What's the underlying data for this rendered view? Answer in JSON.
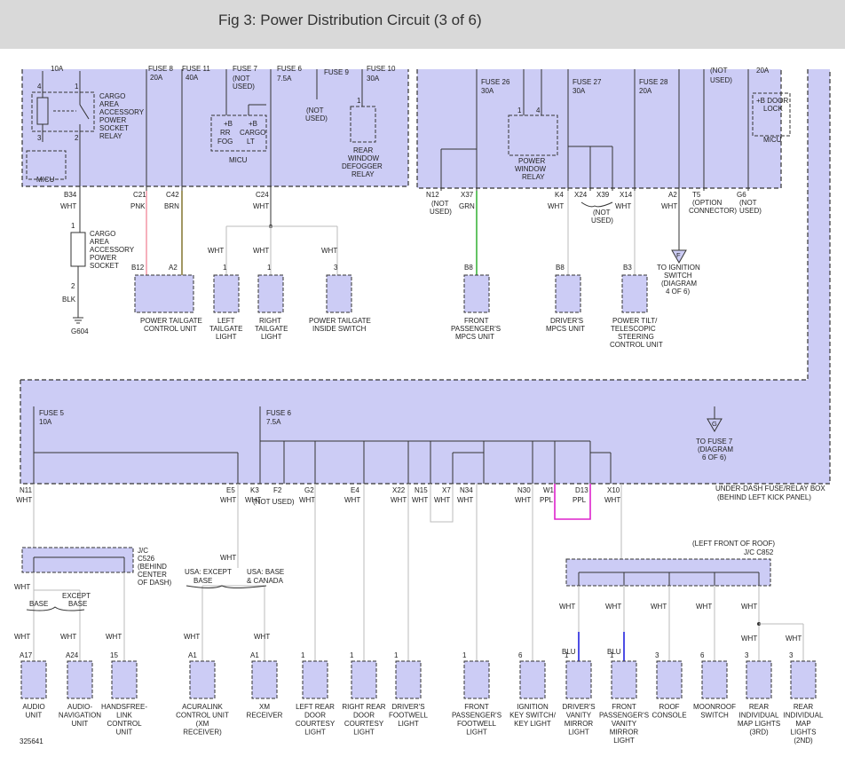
{
  "header": {
    "title": "Fig 3: Power Distribution Circuit (3 of 6)"
  },
  "diagram_id": "325641",
  "colors": {
    "fuse_box_fill": "#ccccf5",
    "border": "#333333",
    "wire": "#333333",
    "pink": "#f28ea0",
    "brown": "#7a6a20",
    "green": "#22aa22",
    "magenta": "#dd22cc",
    "blue": "#2222dd",
    "header_bg": "#d9d9d9"
  },
  "top_box": {
    "fuses": [
      {
        "name": "FUSE 8",
        "rating": "20A"
      },
      {
        "name": "FUSE 11",
        "rating": "40A"
      },
      {
        "name": "FUSE 7",
        "note": "(NOT USED)"
      },
      {
        "name": "FUSE 6",
        "rating": "7.5A"
      },
      {
        "name": "FUSE 9",
        "note": "(NOT USED)"
      },
      {
        "name": "FUSE 10",
        "rating": "30A"
      },
      {
        "name": "FUSE 26",
        "rating": "30A"
      },
      {
        "name": "FUSE 27",
        "rating": "30A"
      },
      {
        "name": "FUSE 28",
        "rating": "20A"
      }
    ],
    "fuse_10a": "10A",
    "relays": {
      "cargo": "CARGO AREA ACCESSORY POWER SOCKET RELAY",
      "defogger": "REAR WINDOW DEFOGGER RELAY",
      "power_window": "POWER WINDOW RELAY",
      "door_lock": "+B DOOR LOCK"
    },
    "micu": "MICU",
    "micu_labels": [
      "+B RR FOG",
      "+B CARGO LT"
    ],
    "not_used": "(NOT USED)",
    "fuse_20a_top": "20A"
  },
  "connectors_top": {
    "B34": "B34",
    "C21": "C21",
    "C42": "C42",
    "C24": "C24",
    "N12": "N12",
    "X37": "X37",
    "K4": "K4",
    "X24": "X24",
    "X39": "X39",
    "X14": "X14",
    "A2": "A2",
    "T5": "T5",
    "G6": "G6"
  },
  "wires_top": {
    "WHT": "WHT",
    "PNK": "PNK",
    "BRN": "BRN",
    "GRN": "GRN",
    "BLK": "BLK",
    "option_connector": "(OPTION CONNECTOR)"
  },
  "components_top": [
    {
      "id": "cargo-socket",
      "label": "CARGO AREA ACCESSORY POWER SOCKET"
    },
    {
      "id": "power-tailgate-cu",
      "label": "POWER TAILGATE CONTROL UNIT",
      "pins": [
        "B12",
        "A2"
      ]
    },
    {
      "id": "left-tailgate-light",
      "label": "LEFT TAILGATE LIGHT",
      "pin": "1"
    },
    {
      "id": "right-tailgate-light",
      "label": "RIGHT TAILGATE LIGHT",
      "pin": "1"
    },
    {
      "id": "power-tailgate-inside-switch",
      "label": "POWER TAILGATE INSIDE SWITCH",
      "pin": "3"
    },
    {
      "id": "front-pass-mpcs",
      "label": "FRONT PASSENGER'S MPCS UNIT",
      "pin": "B8"
    },
    {
      "id": "drivers-mpcs",
      "label": "DRIVER'S MPCS UNIT",
      "pin": "B8"
    },
    {
      "id": "power-tilt",
      "label": "POWER TILT/ TELESCOPIC STEERING CONTROL UNIT",
      "pin": "B3"
    }
  ],
  "ground": "G604",
  "to_ignition": {
    "symbol": "F",
    "text": "TO IGNITION SWITCH (DIAGRAM 4 OF 6)"
  },
  "bottom_box": {
    "fuse5": {
      "name": "FUSE 5",
      "rating": "10A"
    },
    "fuse6": {
      "name": "FUSE 6",
      "rating": "7.5A"
    },
    "to_fuse7": {
      "symbol": "G",
      "text": "TO FUSE 7 (DIAGRAM 6 OF 6)"
    },
    "location": "UNDER-DASH FUSE/RELAY BOX (BEHIND LEFT KICK PANEL)"
  },
  "connectors_bottom": {
    "N11": "N11",
    "E5": "E5",
    "K3": "K3",
    "F2": "F2",
    "G2": "G2",
    "E4": "E4",
    "X22": "X22",
    "N15": "N15",
    "X7": "X7",
    "N34": "N34",
    "N30": "N30",
    "W1": "W1",
    "D13": "D13",
    "X10": "X10",
    "f2_note": "(NOT USED)",
    "PPL": "PPL"
  },
  "jc": {
    "c526": "J/C C526 (BEHIND CENTER OF DASH)",
    "c852": "J/C C852",
    "c852_loc": "(LEFT FRONT OF ROOF)",
    "base": "BASE",
    "except_base": "EXCEPT BASE",
    "usa_except": "USA: EXCEPT BASE",
    "usa_base": "USA: BASE & CANADA",
    "BLU": "BLU"
  },
  "components_bottom": [
    {
      "id": "audio-unit",
      "label": "AUDIO UNIT",
      "pin": "A17"
    },
    {
      "id": "audio-nav",
      "label": "AUDIO-NAVIGATION UNIT",
      "pin": "A24"
    },
    {
      "id": "handsfree",
      "label": "HANDSFREE-LINK CONTROL UNIT",
      "pin": "15"
    },
    {
      "id": "acuralink",
      "label": "ACURALINK CONTROL UNIT (XM RECEIVER)",
      "pin": "A1"
    },
    {
      "id": "xm-receiver",
      "label": "XM RECEIVER",
      "pin": "A1"
    },
    {
      "id": "lr-courtesy",
      "label": "LEFT REAR DOOR COURTESY LIGHT",
      "pin": "1"
    },
    {
      "id": "rr-courtesy",
      "label": "RIGHT REAR DOOR COURTESY LIGHT",
      "pin": "1"
    },
    {
      "id": "drivers-footwell",
      "label": "DRIVER'S FOOTWELL LIGHT",
      "pin": "1"
    },
    {
      "id": "front-pass-footwell",
      "label": "FRONT PASSENGER'S FOOTWELL LIGHT",
      "pin": "1"
    },
    {
      "id": "ignition-key-switch",
      "label": "IGNITION KEY SWITCH/ KEY LIGHT",
      "pin": "6"
    },
    {
      "id": "drivers-vanity",
      "label": "DRIVER'S VANITY MIRROR LIGHT",
      "pin": "1"
    },
    {
      "id": "front-pass-vanity",
      "label": "FRONT PASSENGER'S VANITY MIRROR LIGHT",
      "pin": "1"
    },
    {
      "id": "roof-console",
      "label": "ROOF CONSOLE",
      "pin": "3"
    },
    {
      "id": "moonroof-switch",
      "label": "MOONROOF SWITCH",
      "pin": "6"
    },
    {
      "id": "rear-map-3rd",
      "label": "REAR INDIVIDUAL MAP LIGHTS (3RD)",
      "pin": "3"
    },
    {
      "id": "rear-map-2nd",
      "label": "REAR INDIVIDUAL MAP LIGHTS (2ND)",
      "pin": "3"
    }
  ]
}
